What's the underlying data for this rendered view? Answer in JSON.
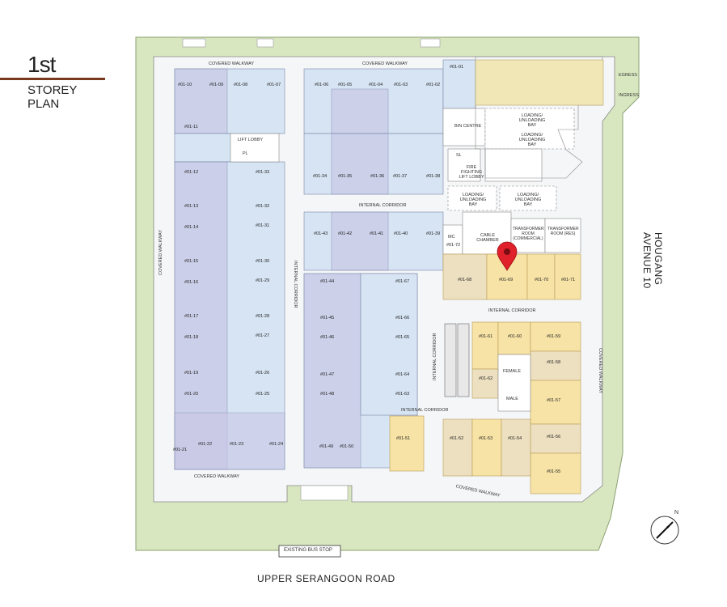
{
  "plan": {
    "title_number": "1st",
    "title_lines": [
      "STOREY",
      "PLAN"
    ],
    "road_bottom": "UPPER SERANGOON ROAD",
    "road_right": "HOUGANG AVENUE 10",
    "bus_stop": "EXISTING BUS STOP",
    "compass": "N",
    "labels": {
      "covered_walkway_top": "COVERED WALKWAY",
      "covered_walkway_top2": "COVERED WALKWAY",
      "covered_walkway_left": "COVERED WALKWAY",
      "covered_walkway_bottom": "COVERED WALKWAY",
      "covered_walkway_bottom2": "COVERED WALKWAY",
      "covered_walkway_right": "COVERED WALKWAY",
      "internal_corridor_top": "INTERNAL CORRIDOR",
      "internal_corridor_mid": "INTERNAL CORRIDOR",
      "internal_corridor_right": "INTERNAL CORRIDOR",
      "internal_corridor_low": "INTERNAL CORRIDOR",
      "internal_corridor_vert": "INTERNAL CORRIDOR",
      "egress": "EGRESS",
      "ingress": "INGRESS",
      "lift_lobby": "LIFT LOBBY",
      "pl": "PL",
      "fire_lobby": "FIRE FIGHTING LIFT LOBBY",
      "sl": "SL",
      "bin_centre": "BIN CENTRE",
      "loading1": "LOADING/ UNLOADING BAY",
      "loading2": "LOADING/ UNLOADING BAY",
      "loading3": "LOADING/ UNLOADING BAY",
      "loading4": "LOADING/ UNLOADING BAY",
      "mc": "MC",
      "cable": "CABLE CHAMBER",
      "transformer1": "TRANSFORMER ROOM (COMMERCIAL)",
      "transformer2": "TRANSFORMER ROOM (RES)",
      "female": "FEMALE",
      "male": "MALE"
    },
    "units_blue": [
      "#01-01",
      "#01-02",
      "#01-03",
      "#01-04",
      "#01-05",
      "#01-06",
      "#01-07",
      "#01-08",
      "#01-09",
      "#01-10",
      "#01-11",
      "#01-12",
      "#01-13",
      "#01-14",
      "#01-15",
      "#01-16",
      "#01-17",
      "#01-18",
      "#01-19",
      "#01-20",
      "#01-21",
      "#01-22",
      "#01-23",
      "#01-24",
      "#01-25",
      "#01-26",
      "#01-27",
      "#01-28",
      "#01-29",
      "#01-30",
      "#01-31",
      "#01-32",
      "#01-33",
      "#01-34",
      "#01-35",
      "#01-36",
      "#01-37",
      "#01-38",
      "#01-39",
      "#01-40",
      "#01-41",
      "#01-42",
      "#01-43",
      "#01-44",
      "#01-45",
      "#01-46",
      "#01-47",
      "#01-48",
      "#01-49",
      "#01-50",
      "#01-63",
      "#01-64",
      "#01-65",
      "#01-66",
      "#01-67"
    ],
    "units_yellow": [
      "#01-51",
      "#01-52",
      "#01-53",
      "#01-54",
      "#01-55",
      "#01-56",
      "#01-57",
      "#01-58",
      "#01-59",
      "#01-60",
      "#01-61",
      "#01-62",
      "#01-68",
      "#01-69",
      "#01-70",
      "#01-71",
      "#01-72"
    ],
    "selected_unit": "#01-69",
    "colors": {
      "landscape": "#d9e7c1",
      "unit_blue": "#d6e4f3",
      "unit_purple": "#c9c8e6",
      "unit_yellow": "#f7e3a6",
      "unit_beige": "#ede0c0",
      "marker": "#e0202a"
    }
  }
}
